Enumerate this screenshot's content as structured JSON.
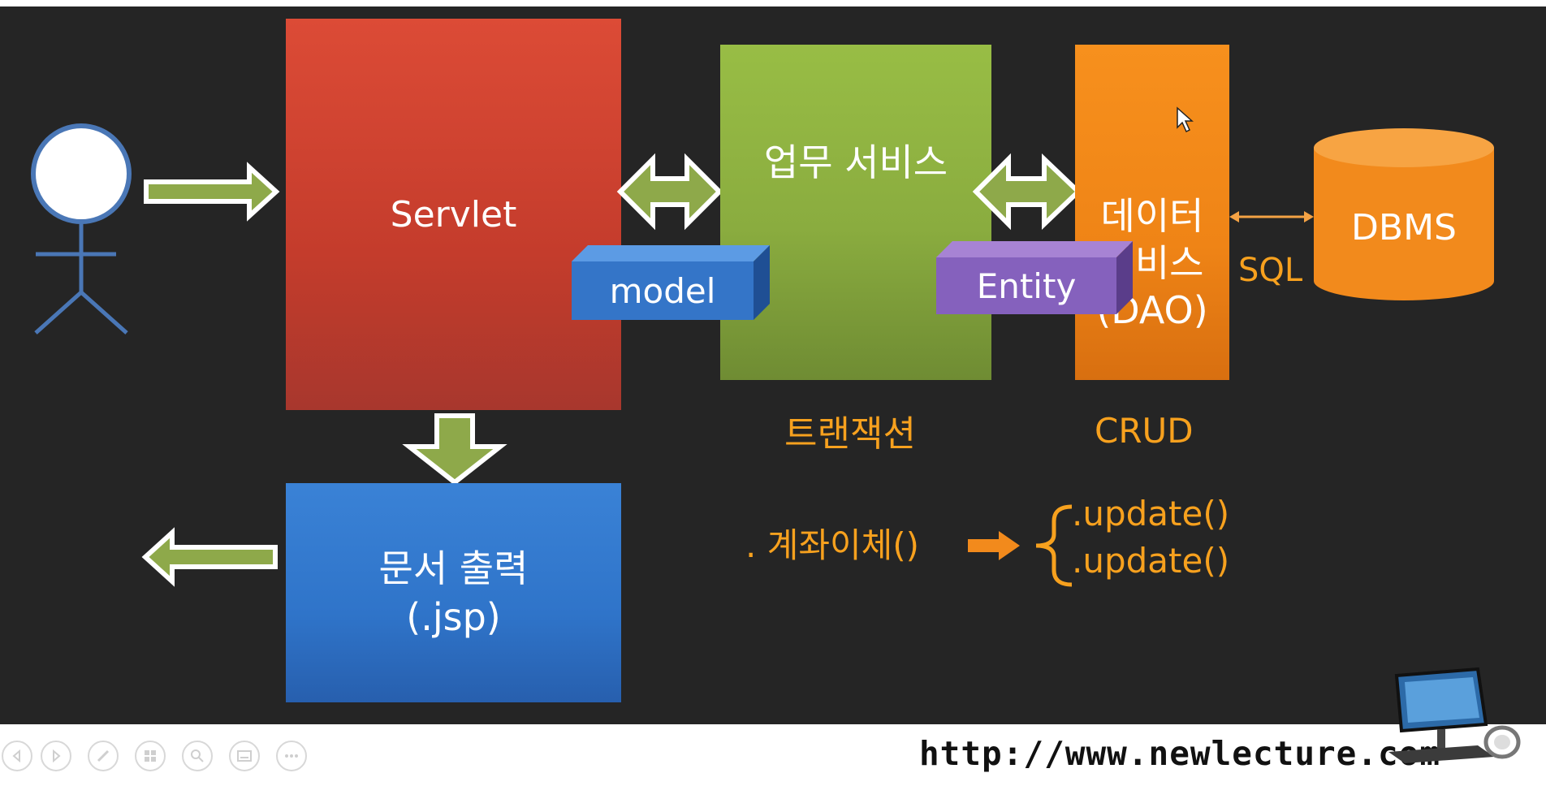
{
  "diagram": {
    "servlet": "Servlet",
    "service": "업무 서비스",
    "dao_lines": [
      "데이터",
      "서비스",
      "(DAO)"
    ],
    "document_lines": [
      "문서 출력",
      "(.jsp)"
    ],
    "model": "model",
    "entity": "Entity",
    "dbms": "DBMS",
    "sql": "SQL",
    "transaction": "트랜잭션",
    "crud": "CRUD",
    "method": ". 계좌이체()",
    "calls": [
      ".update()",
      ".update()"
    ]
  },
  "footer": {
    "url": "http://www.newlecture.com",
    "toolbar_icons": [
      "prev-icon",
      "next-icon",
      "pen-icon",
      "slides-icon",
      "zoom-icon",
      "subtitle-icon",
      "more-icon"
    ]
  },
  "colors": {
    "background": "#252525",
    "servlet": "#d24331",
    "service": "#8eb140",
    "dao": "#f58a1a",
    "document": "#3179cd",
    "model": "#3a7fd2",
    "entity": "#8d66c2",
    "arrow": "#8ea94a",
    "accent_text": "#f7a11e"
  }
}
